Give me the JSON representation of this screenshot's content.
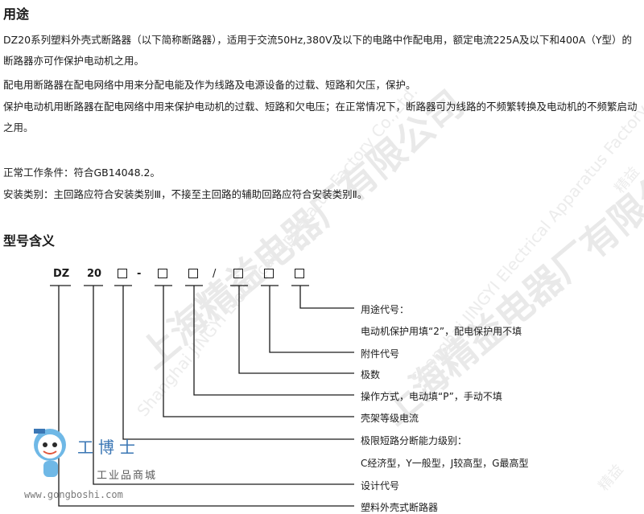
{
  "section1": {
    "heading": "用途",
    "paragraphs": [
      "DZ20系列塑料外壳式断路器（以下简称断路器），适用于交流50Hz,380V及以下的电路中作配电用，额定电流225A及以下和400A（Y型）的断路器亦可作保护电动机之用。",
      "配电用断路器在配电网络中用来分配电能及作为线路及电源设备的过载、短路和欠压，保护。",
      "保护电动机用断路器在配电网络中用来保护电动机的过载、短路和欠电压；在正常情况下，断路器可为线路的不频繁转换及电动机的不频繁启动之用。"
    ],
    "conditions": [
      "正常工作条件：符合GB14048.2。",
      "安装类别：主回路应符合安装类别Ⅲ，不接至主回路的辅助回路应符合安装类别Ⅱ。"
    ]
  },
  "section2": {
    "heading": "型号含义",
    "code_prefix": "DZ",
    "code_number": "20",
    "code_dash": "-",
    "code_slash": "/",
    "labels": [
      "用途代号：",
      "电动机保护用填“2”，配电保护用不填",
      "附件代号",
      "极数",
      "操作方式，电动填“P”，手动不填",
      "壳架等级电流",
      "极限短路分断能力级别：",
      "C经济型，Y一般型，J较高型，G最高型",
      "设计代号",
      "塑料外壳式断路器"
    ]
  },
  "watermark": {
    "brand": "上海精益电器厂有限公司",
    "english": "Shanghai JINGYI Electrical Apparatus Factory Co.,Ltd.",
    "mark_text": "精益"
  },
  "logo": {
    "title": "工博士",
    "subtitle": "工业品商城",
    "url": "www.gongboshi.com"
  },
  "colors": {
    "text": "#1a1a1a",
    "watermark": "#e9e9e9",
    "logo_blue": "#3a76b4"
  }
}
